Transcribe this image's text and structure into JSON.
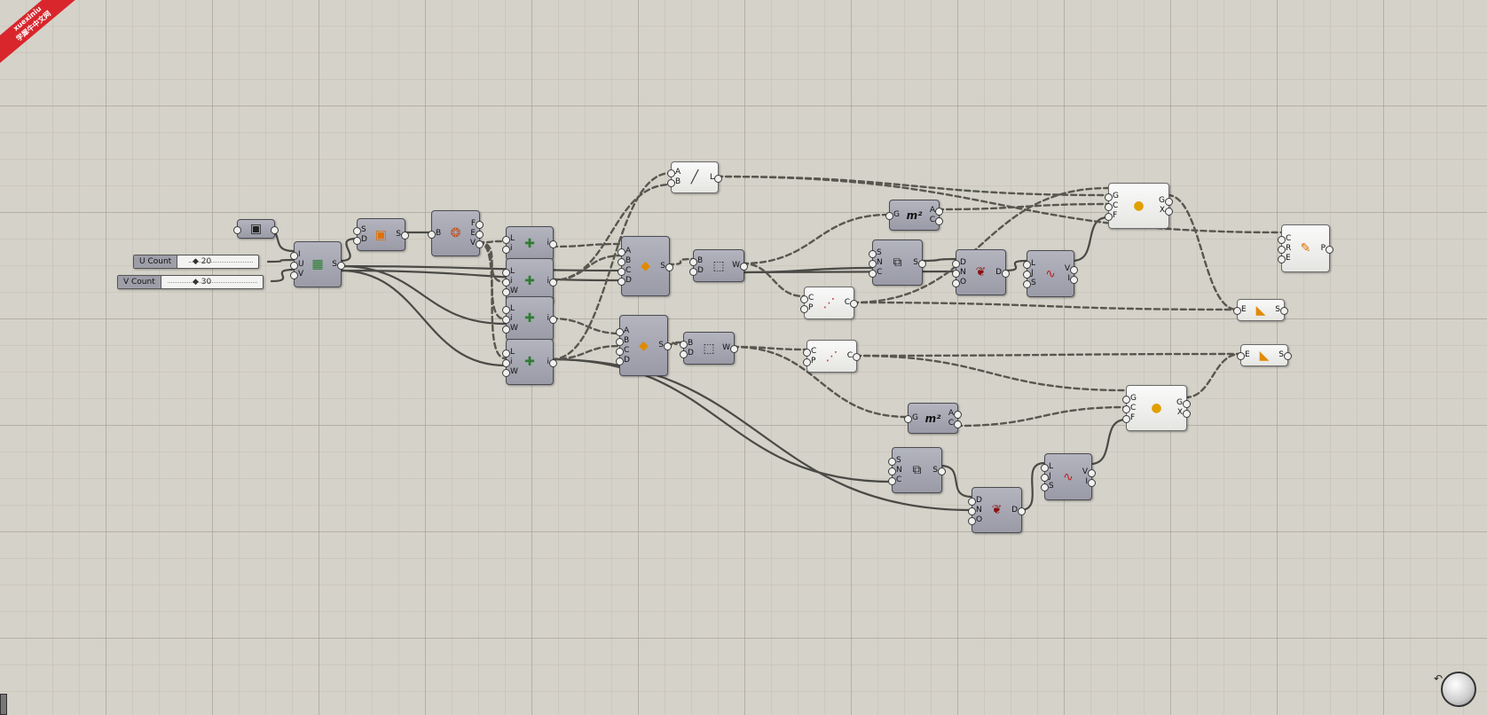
{
  "watermark": {
    "line1": "xuexiniu",
    "line2": "学犀牛中文网"
  },
  "sliders": [
    {
      "id": "u",
      "label": "U Count",
      "value": "20"
    },
    {
      "id": "v",
      "label": "V Count",
      "value": "30"
    }
  ],
  "components": [
    {
      "id": "c_surf",
      "variant": "gray",
      "icon": "surface-param-icon",
      "glyph": "▣",
      "color": "#222",
      "inputs": [],
      "outputs": []
    },
    {
      "id": "c_divide",
      "variant": "gray",
      "icon": "divide-domain-icon",
      "glyph": "▦",
      "color": "#2e7d32",
      "inputs": [
        "I",
        "U",
        "V"
      ],
      "outputs": [
        "S"
      ]
    },
    {
      "id": "c_subsrf",
      "variant": "gray",
      "icon": "sub-surface-icon",
      "glyph": "▣",
      "color": "#e07000",
      "inputs": [
        "S",
        "D"
      ],
      "outputs": [
        "S"
      ]
    },
    {
      "id": "c_brep",
      "variant": "gray",
      "icon": "deconstruct-brep-icon",
      "glyph": "❂",
      "color": "#c05020",
      "inputs": [
        "B"
      ],
      "outputs": [
        "F",
        "E",
        "V"
      ]
    },
    {
      "id": "c_l1",
      "variant": "gray",
      "icon": "list-item-icon",
      "glyph": "✚",
      "color": "#2e7d32",
      "inputs": [
        "L",
        "i"
      ],
      "outputs": [
        "i"
      ]
    },
    {
      "id": "c_l2",
      "variant": "gray",
      "icon": "list-item-icon",
      "glyph": "✚",
      "color": "#2e7d32",
      "inputs": [
        "L",
        "i",
        "W"
      ],
      "outputs": [
        "i"
      ]
    },
    {
      "id": "c_l3",
      "variant": "gray",
      "icon": "list-item-icon",
      "glyph": "✚",
      "color": "#2e7d32",
      "inputs": [
        "L",
        "i",
        "W"
      ],
      "outputs": [
        "i"
      ]
    },
    {
      "id": "c_l4",
      "variant": "gray",
      "icon": "list-item-icon",
      "glyph": "✚",
      "color": "#2e7d32",
      "inputs": [
        "L",
        "i",
        "W"
      ],
      "outputs": [
        "i"
      ]
    },
    {
      "id": "c_4p1",
      "variant": "gray",
      "icon": "four-point-surface-icon",
      "glyph": "◆",
      "color": "#e08a00",
      "inputs": [
        "A",
        "B",
        "C",
        "D"
      ],
      "outputs": [
        "S"
      ]
    },
    {
      "id": "c_4p2",
      "variant": "gray",
      "icon": "four-point-surface-icon",
      "glyph": "◆",
      "color": "#e08a00",
      "inputs": [
        "A",
        "B",
        "C",
        "D"
      ],
      "outputs": [
        "S"
      ]
    },
    {
      "id": "c_line",
      "variant": "white",
      "icon": "line-icon",
      "glyph": "╱",
      "color": "#333",
      "inputs": [
        "A",
        "B"
      ],
      "outputs": [
        "L"
      ]
    },
    {
      "id": "c_ext1",
      "variant": "gray",
      "icon": "box-extrude-icon",
      "glyph": "⬚",
      "color": "#222",
      "inputs": [
        "B",
        "D"
      ],
      "outputs": [
        "W"
      ]
    },
    {
      "id": "c_ext2",
      "variant": "gray",
      "icon": "box-extrude-icon",
      "glyph": "⬚",
      "color": "#222",
      "inputs": [
        "B",
        "D"
      ],
      "outputs": [
        "W"
      ]
    },
    {
      "id": "c_area1",
      "variant": "gray",
      "icon": "area-icon",
      "glyph": "m²",
      "color": "#111",
      "inputs": [
        "G"
      ],
      "outputs": [
        "A",
        "C"
      ]
    },
    {
      "id": "c_area2",
      "variant": "gray",
      "icon": "area-icon",
      "glyph": "m²",
      "color": "#111",
      "inputs": [
        "G"
      ],
      "outputs": [
        "A",
        "C"
      ]
    },
    {
      "id": "c_cp1",
      "variant": "white",
      "icon": "closest-point-icon",
      "glyph": "⋰",
      "color": "#c03030",
      "inputs": [
        "C",
        "P"
      ],
      "outputs": [
        "C"
      ]
    },
    {
      "id": "c_cp2",
      "variant": "white",
      "icon": "closest-point-icon",
      "glyph": "⋰",
      "color": "#c03030",
      "inputs": [
        "C",
        "P"
      ],
      "outputs": [
        "C"
      ]
    },
    {
      "id": "c_series1",
      "variant": "gray",
      "icon": "series-icon",
      "glyph": "⧉",
      "color": "#222",
      "inputs": [
        "S",
        "N",
        "C"
      ],
      "outputs": [
        "S"
      ]
    },
    {
      "id": "c_series2",
      "variant": "gray",
      "icon": "series-icon",
      "glyph": "⧉",
      "color": "#222",
      "inputs": [
        "S",
        "N",
        "C"
      ],
      "outputs": [
        "S"
      ]
    },
    {
      "id": "c_remap1",
      "variant": "gray",
      "icon": "remap-squirrel-icon",
      "glyph": "❦",
      "color": "#8b1010",
      "inputs": [
        "D",
        "N",
        "O"
      ],
      "outputs": [
        "D"
      ]
    },
    {
      "id": "c_remap2",
      "variant": "gray",
      "icon": "remap-squirrel-icon",
      "glyph": "❦",
      "color": "#8b1010",
      "inputs": [
        "D",
        "N",
        "O"
      ],
      "outputs": [
        "D"
      ]
    },
    {
      "id": "c_graph1",
      "variant": "gray",
      "icon": "graph-mapper-icon",
      "glyph": "∿",
      "color": "#c02020",
      "inputs": [
        "L",
        "J",
        "S"
      ],
      "outputs": [
        "V",
        "I"
      ]
    },
    {
      "id": "c_graph2",
      "variant": "gray",
      "icon": "graph-mapper-icon",
      "glyph": "∿",
      "color": "#c02020",
      "inputs": [
        "L",
        "J",
        "S"
      ],
      "outputs": [
        "V",
        "I"
      ]
    },
    {
      "id": "c_scale1",
      "variant": "white",
      "icon": "scale-icon",
      "glyph": "●",
      "color": "#e0a000",
      "inputs": [
        "G",
        "C",
        "F"
      ],
      "outputs": [
        "G",
        "X"
      ]
    },
    {
      "id": "c_scale2",
      "variant": "white",
      "icon": "scale-icon",
      "glyph": "●",
      "color": "#e0a000",
      "inputs": [
        "G",
        "C",
        "F"
      ],
      "outputs": [
        "G",
        "X"
      ]
    },
    {
      "id": "c_pipe",
      "variant": "white",
      "icon": "pipe-icon",
      "glyph": "✎",
      "color": "#e07000",
      "inputs": [
        "C",
        "R",
        "E"
      ],
      "outputs": [
        "P"
      ]
    },
    {
      "id": "c_loft1",
      "variant": "white",
      "icon": "extrude-icon",
      "glyph": "◣",
      "color": "#e08a00",
      "inputs": [
        "E"
      ],
      "outputs": [
        "S"
      ]
    },
    {
      "id": "c_loft2",
      "variant": "white",
      "icon": "extrude-icon",
      "glyph": "◣",
      "color": "#e08a00",
      "inputs": [
        "E"
      ],
      "outputs": [
        "S"
      ]
    }
  ]
}
